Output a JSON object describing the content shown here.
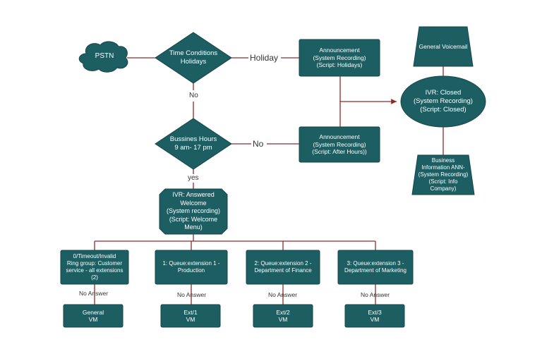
{
  "diagram": {
    "pstn": "PSTN",
    "time_conditions": "Time Conditions\nHolidays",
    "holiday_edge": "Holiday",
    "announcement_holidays": "Announcement\n(System Recording)\n(Script: Holidays)",
    "general_voicemail": "General Voicemail",
    "ivr_closed": "IVR: Closed\n(System Recording)\n(Script: Closed)",
    "no_edge_1": "No",
    "business_hours": "Bussines Hours\n9 am- 17 pm",
    "no_edge_2": "No",
    "announcement_after_hours": "Announcement\n(System Recording)\n(Script: After Hours))",
    "business_info": "Business\nInformation ANN-\n(System Recording)\n(Script: Info\nCompany)",
    "yes_edge": "yes",
    "ivr_answered": "IVR: Answered\nWelcome\n(System recording)\n(Script: Welcome\nMenu)",
    "option_0": "0/Timeout/Invalid\nRing group: Customer\nservice  - all extensions\n(2)",
    "option_1": "1: Queue:extension 1 -\nProduction",
    "option_2": "2: Queue:extension 2 -\nDepartment of Finance",
    "option_3": "3: Queue:extension 3 -\nDepartment of Marketing",
    "no_answer_0": "No Answer",
    "no_answer_1": "No Answer",
    "no_answer_2": "No Answer",
    "no_answer_3": "No Answer",
    "vm_general": "General\nVM",
    "vm_ext1": "Ext/1\nVM",
    "vm_ext2": "Ext/2\nVM",
    "vm_ext3": "Ext/3\nVM"
  },
  "colors": {
    "node_fill": "#1d5e62",
    "node_stroke": "#14474a",
    "line": "#8e2a2a"
  }
}
